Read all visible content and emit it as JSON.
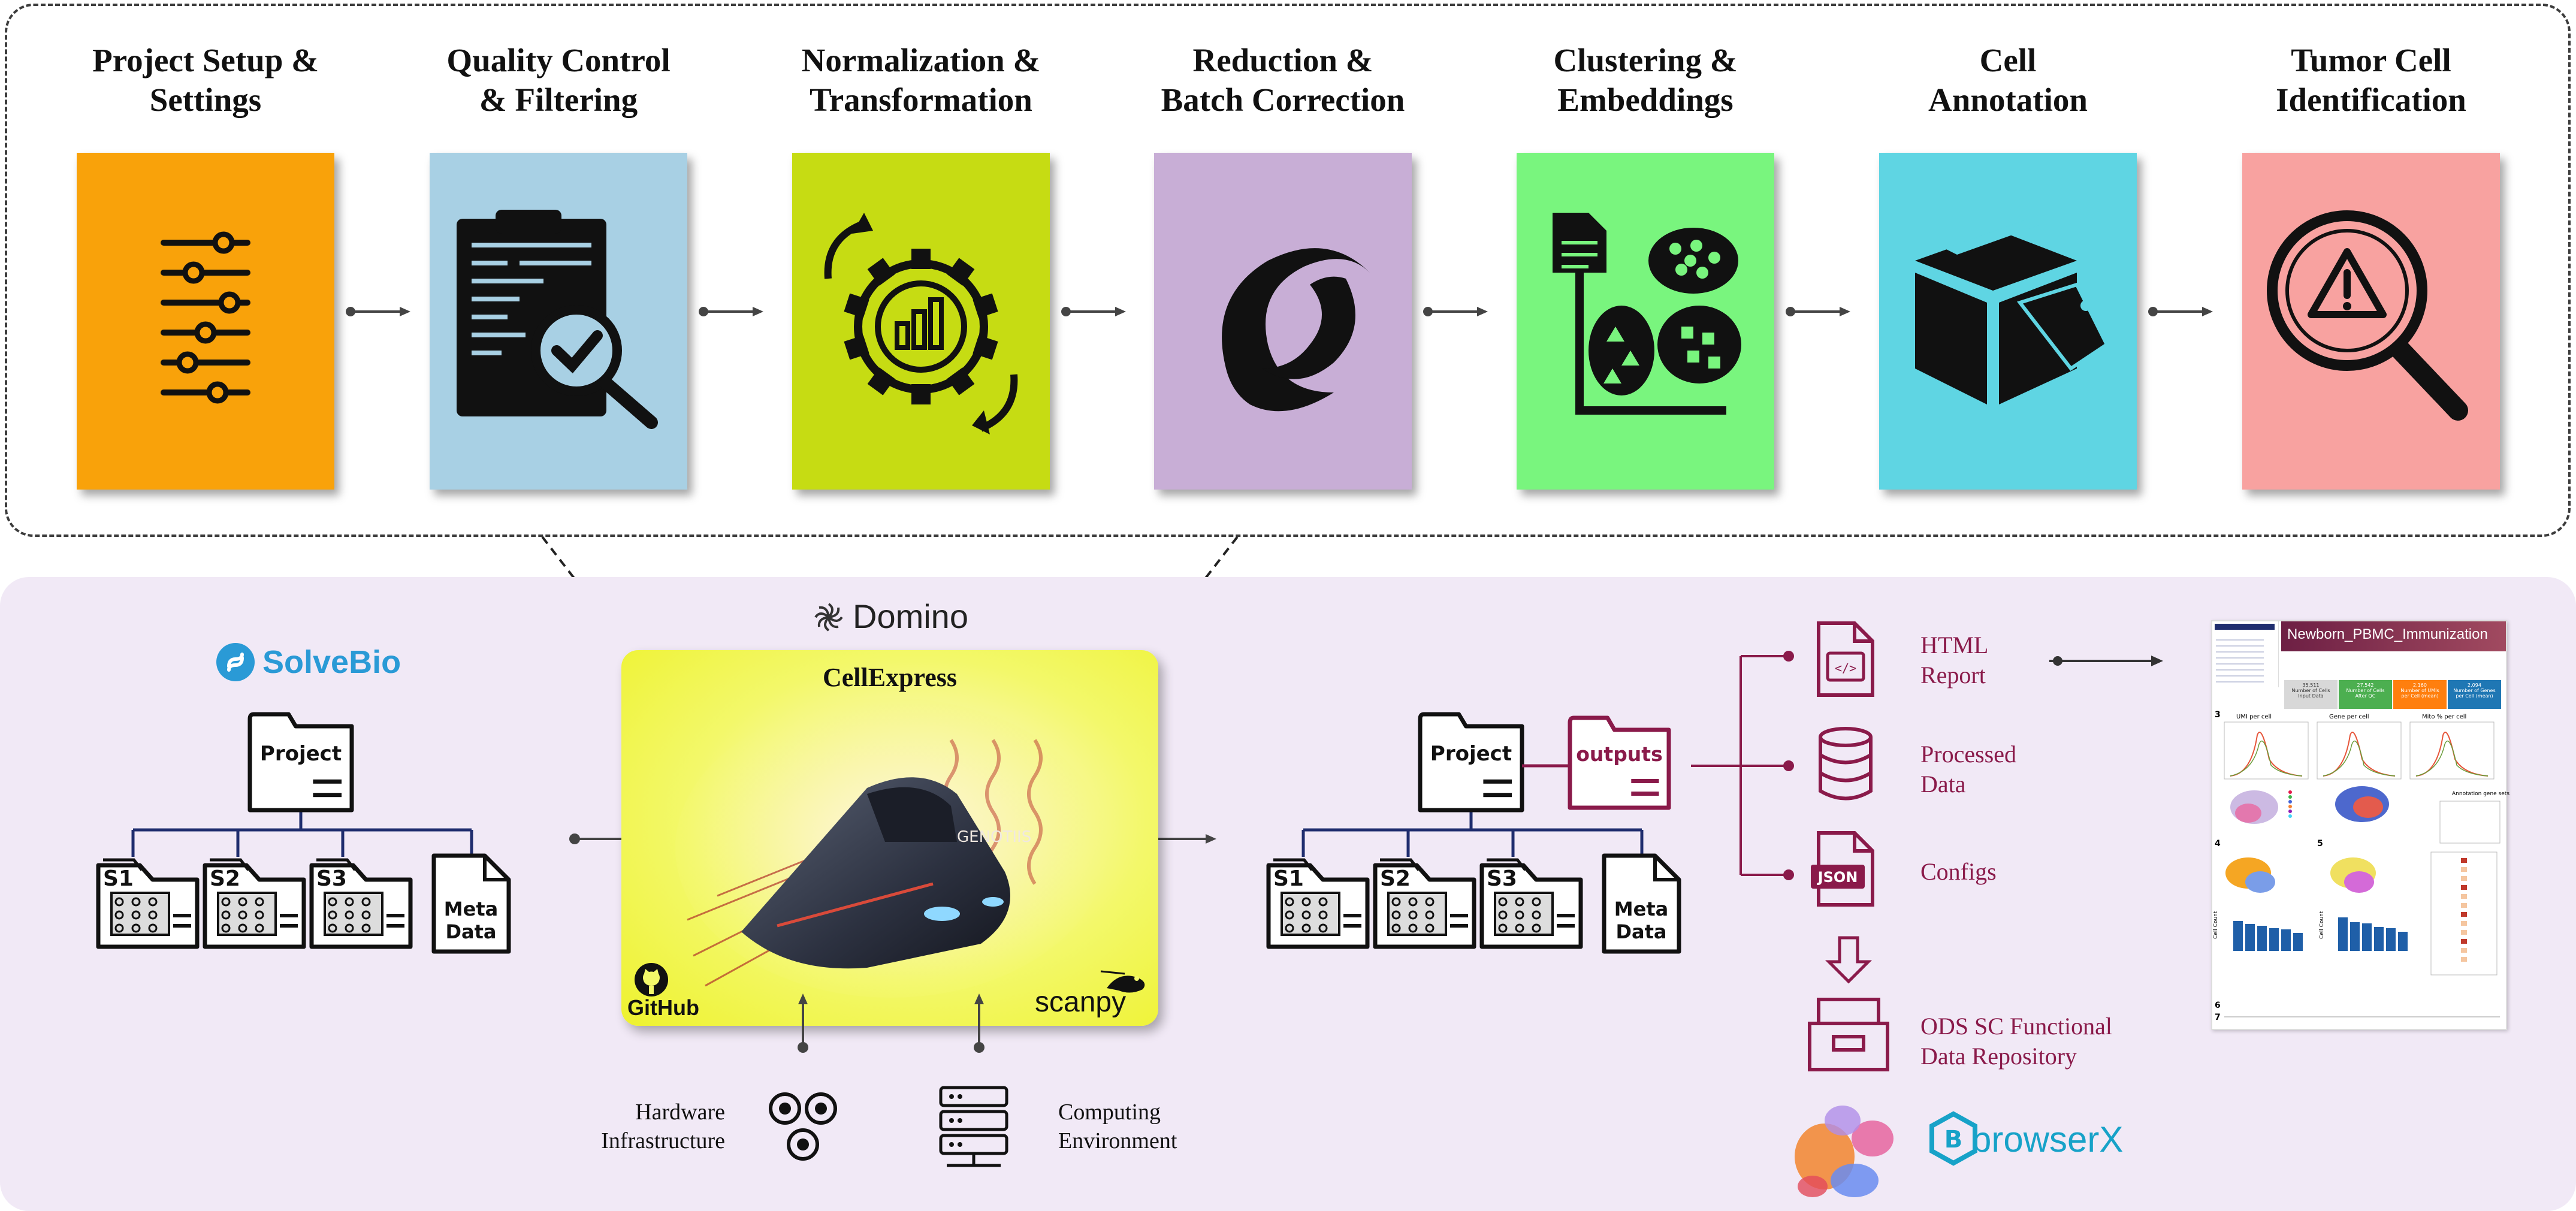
{
  "pipeline": {
    "steps": [
      {
        "title": "Project Setup &\nSettings",
        "color": "#f9a20a",
        "icon": "sliders-icon"
      },
      {
        "title": "Quality Control\n& Filtering",
        "color": "#a8d0e4",
        "icon": "clipboard-magnifier-icon"
      },
      {
        "title": "Normalization &\nTransformation",
        "color": "#c6dc13",
        "icon": "gear-chart-icon"
      },
      {
        "title": "Reduction &\nBatch Correction",
        "color": "#c8aed6",
        "icon": "swirl-icon"
      },
      {
        "title": "Clustering &\nEmbeddings",
        "color": "#79f57e",
        "icon": "clusters-icon"
      },
      {
        "title": "Cell\nAnnotation",
        "color": "#5fd5e3",
        "icon": "package-tag-icon"
      },
      {
        "title": "Tumor Cell\nIdentification",
        "color": "#f8a2a0",
        "icon": "warning-magnifier-icon"
      }
    ]
  },
  "domino": {
    "label": "Domino"
  },
  "solvebio": {
    "label": "SolveBio"
  },
  "input_tree": {
    "root": "Project",
    "children": [
      "S1",
      "S2",
      "S3"
    ],
    "meta": "Meta\nData"
  },
  "cellexpress": {
    "title": "CellExpress",
    "github": "GitHub",
    "scanpy": "scanpy",
    "image_text": "GENOTIIS"
  },
  "infra": {
    "hardware": "Hardware\nInfrastructure",
    "computing": "Computing\nEnvironment"
  },
  "output_tree": {
    "root": "Project",
    "outputs": "outputs",
    "children": [
      "S1",
      "S2",
      "S3"
    ],
    "meta": "Meta\nData"
  },
  "outputs_list": [
    {
      "label": "HTML\nReport",
      "icon": "html-file-icon"
    },
    {
      "label": "Processed\nData",
      "icon": "database-icon"
    },
    {
      "label": "Configs",
      "icon": "json-file-icon",
      "badge": "JSON"
    }
  ],
  "repository": {
    "label": "ODS SC Functional\nData Repository"
  },
  "browserx": {
    "label": "browserX"
  },
  "report": {
    "title": "Newborn_PBMC_Immunization",
    "stats": [
      "35,511\nNumber of Cells\nInput Data",
      "27,542\nNumber of Cells\nAfter QC",
      "2,160\nNumber of UMIs\nper Cell (mean)",
      "2,094\nNumber of Genes\nper Cell (mean)"
    ],
    "sections": [
      "3",
      "4",
      "5",
      "6",
      "7"
    ],
    "plot_titles": [
      "UMI per cell",
      "Gene per cell",
      "Mito % per cell"
    ],
    "ylabel": "Cell Count",
    "annotation_label": "Annotation gene sets"
  },
  "colors": {
    "maroon": "#8a1a4a",
    "navy": "#1f2d6e",
    "solvebio_blue": "#2a9ad6",
    "browserx_blue": "#17a2c8"
  }
}
